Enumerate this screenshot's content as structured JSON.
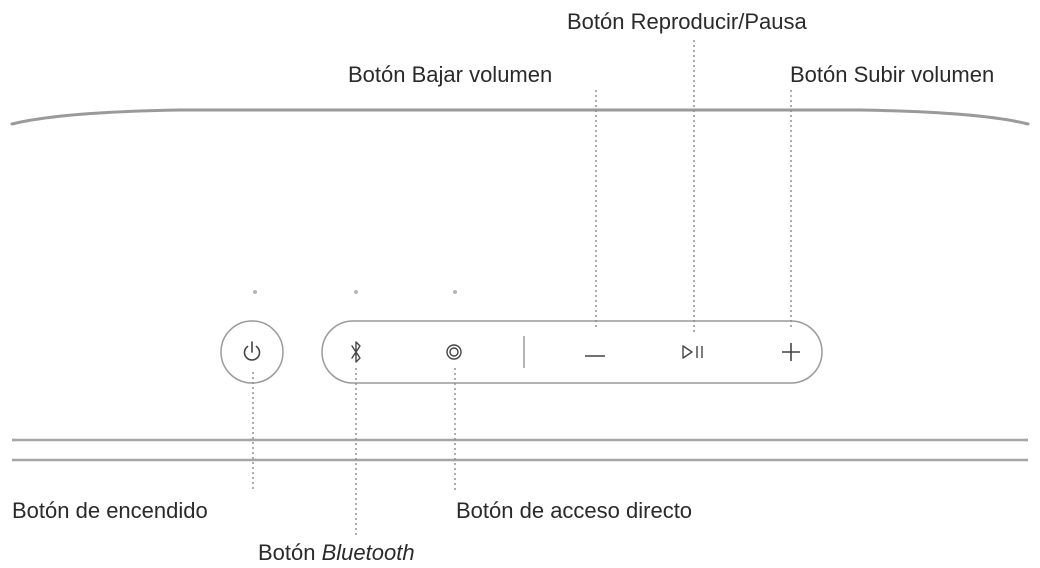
{
  "labels": {
    "power": "Botón de encendido",
    "bluetooth_prefix": "Botón ",
    "bluetooth_name": "Bluetooth",
    "shortcut": "Botón de acceso directo",
    "volume_down": "Botón Bajar volumen",
    "play_pause": "Botón Reproducir/Pausa",
    "volume_up": "Botón Subir volumen"
  },
  "colors": {
    "line": "#8a8a8a",
    "text": "#2a2a2a",
    "outline": "#9a9a9a"
  },
  "icons": {
    "power": "power-icon",
    "bluetooth": "bluetooth-icon",
    "shortcut": "shortcut-icon",
    "volume_down": "minus-icon",
    "play_pause": "play-pause-icon",
    "volume_up": "plus-icon"
  }
}
